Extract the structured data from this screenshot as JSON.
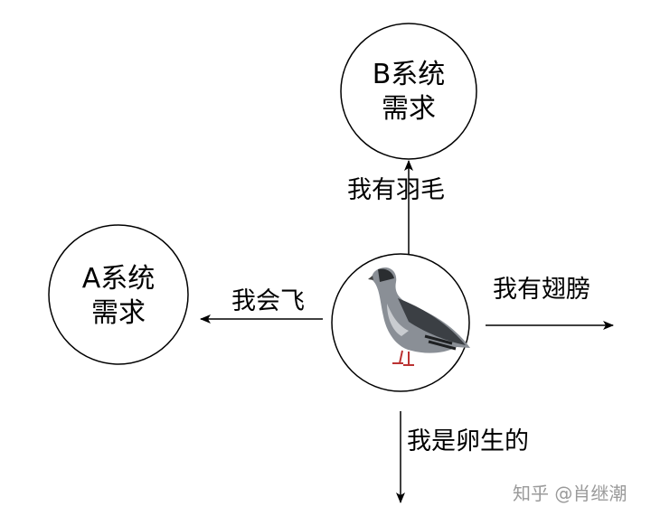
{
  "nodes": {
    "b": {
      "line1": "B系统",
      "line2": "需求"
    },
    "a": {
      "line1": "A系统",
      "line2": "需求"
    }
  },
  "edges": {
    "up": "我有羽毛",
    "left": "我会飞",
    "right": "我有翅膀",
    "down": "我是卵生的"
  },
  "watermark": "知乎 @肖继潮",
  "center_icon": "pigeon-icon"
}
